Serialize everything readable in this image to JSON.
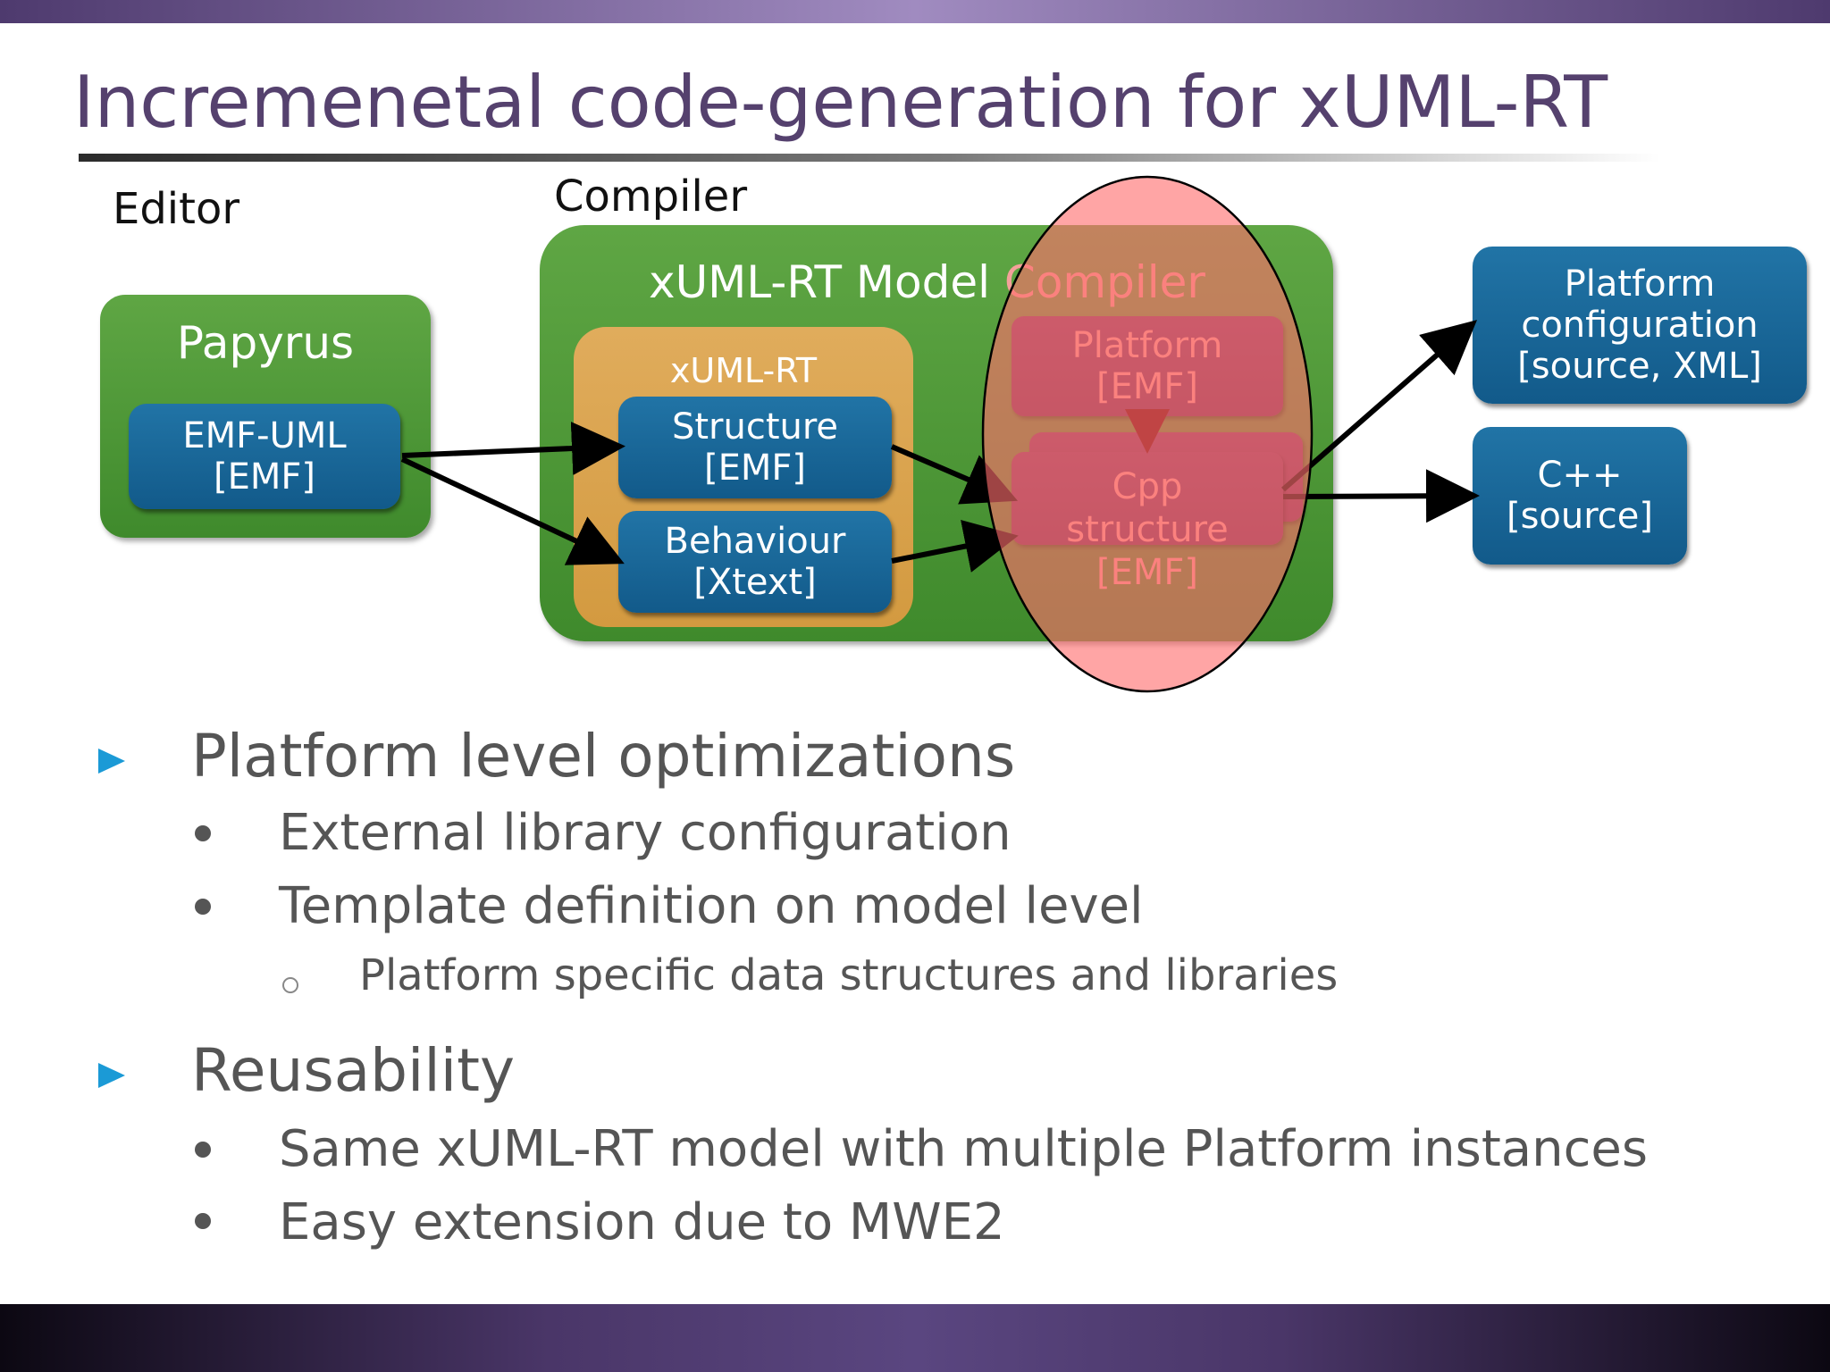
{
  "title": "Incremenetal code-generation for xUML-RT",
  "diagram": {
    "editor_caption": "Editor",
    "compiler_caption": "Compiler",
    "papyrus": {
      "label": "Papyrus",
      "emf_uml": [
        "EMF-UML",
        "[EMF]"
      ]
    },
    "model_compiler": {
      "label_part1": "xUML-RT Model ",
      "label_part2": "Compiler",
      "xumlrt": {
        "label": "xUML-RT",
        "structure": [
          "Structure",
          "[EMF]"
        ],
        "behaviour": [
          "Behaviour",
          "[Xtext]"
        ]
      },
      "platform": [
        "Platform",
        "[EMF]"
      ],
      "cpp_structure": [
        "Cpp",
        "structure",
        "[EMF]"
      ]
    },
    "platform_configuration": [
      "Platform",
      "configuration",
      "[source, XML]"
    ],
    "cpp_source": [
      "C++",
      "[source]"
    ],
    "colors": {
      "green": "#4a9a36",
      "orange": "#d9a24a",
      "blue": "#16679a",
      "purple": "#74395f",
      "highlight": "#ff8c8c",
      "compiler_highlight_text": "#f4a19a"
    }
  },
  "bullets": [
    {
      "text": "Platform level optimizations",
      "children": [
        {
          "text": "External library configuration",
          "children": []
        },
        {
          "text": "Template definition on model level",
          "children": [
            {
              "text": "Platform specific data structures and libraries"
            }
          ]
        }
      ]
    },
    {
      "text": "Reusability",
      "children": [
        {
          "text": "Same xUML-RT model with multiple Platform instances",
          "children": []
        },
        {
          "text": "Easy extension due to MWE2",
          "children": []
        }
      ]
    }
  ]
}
